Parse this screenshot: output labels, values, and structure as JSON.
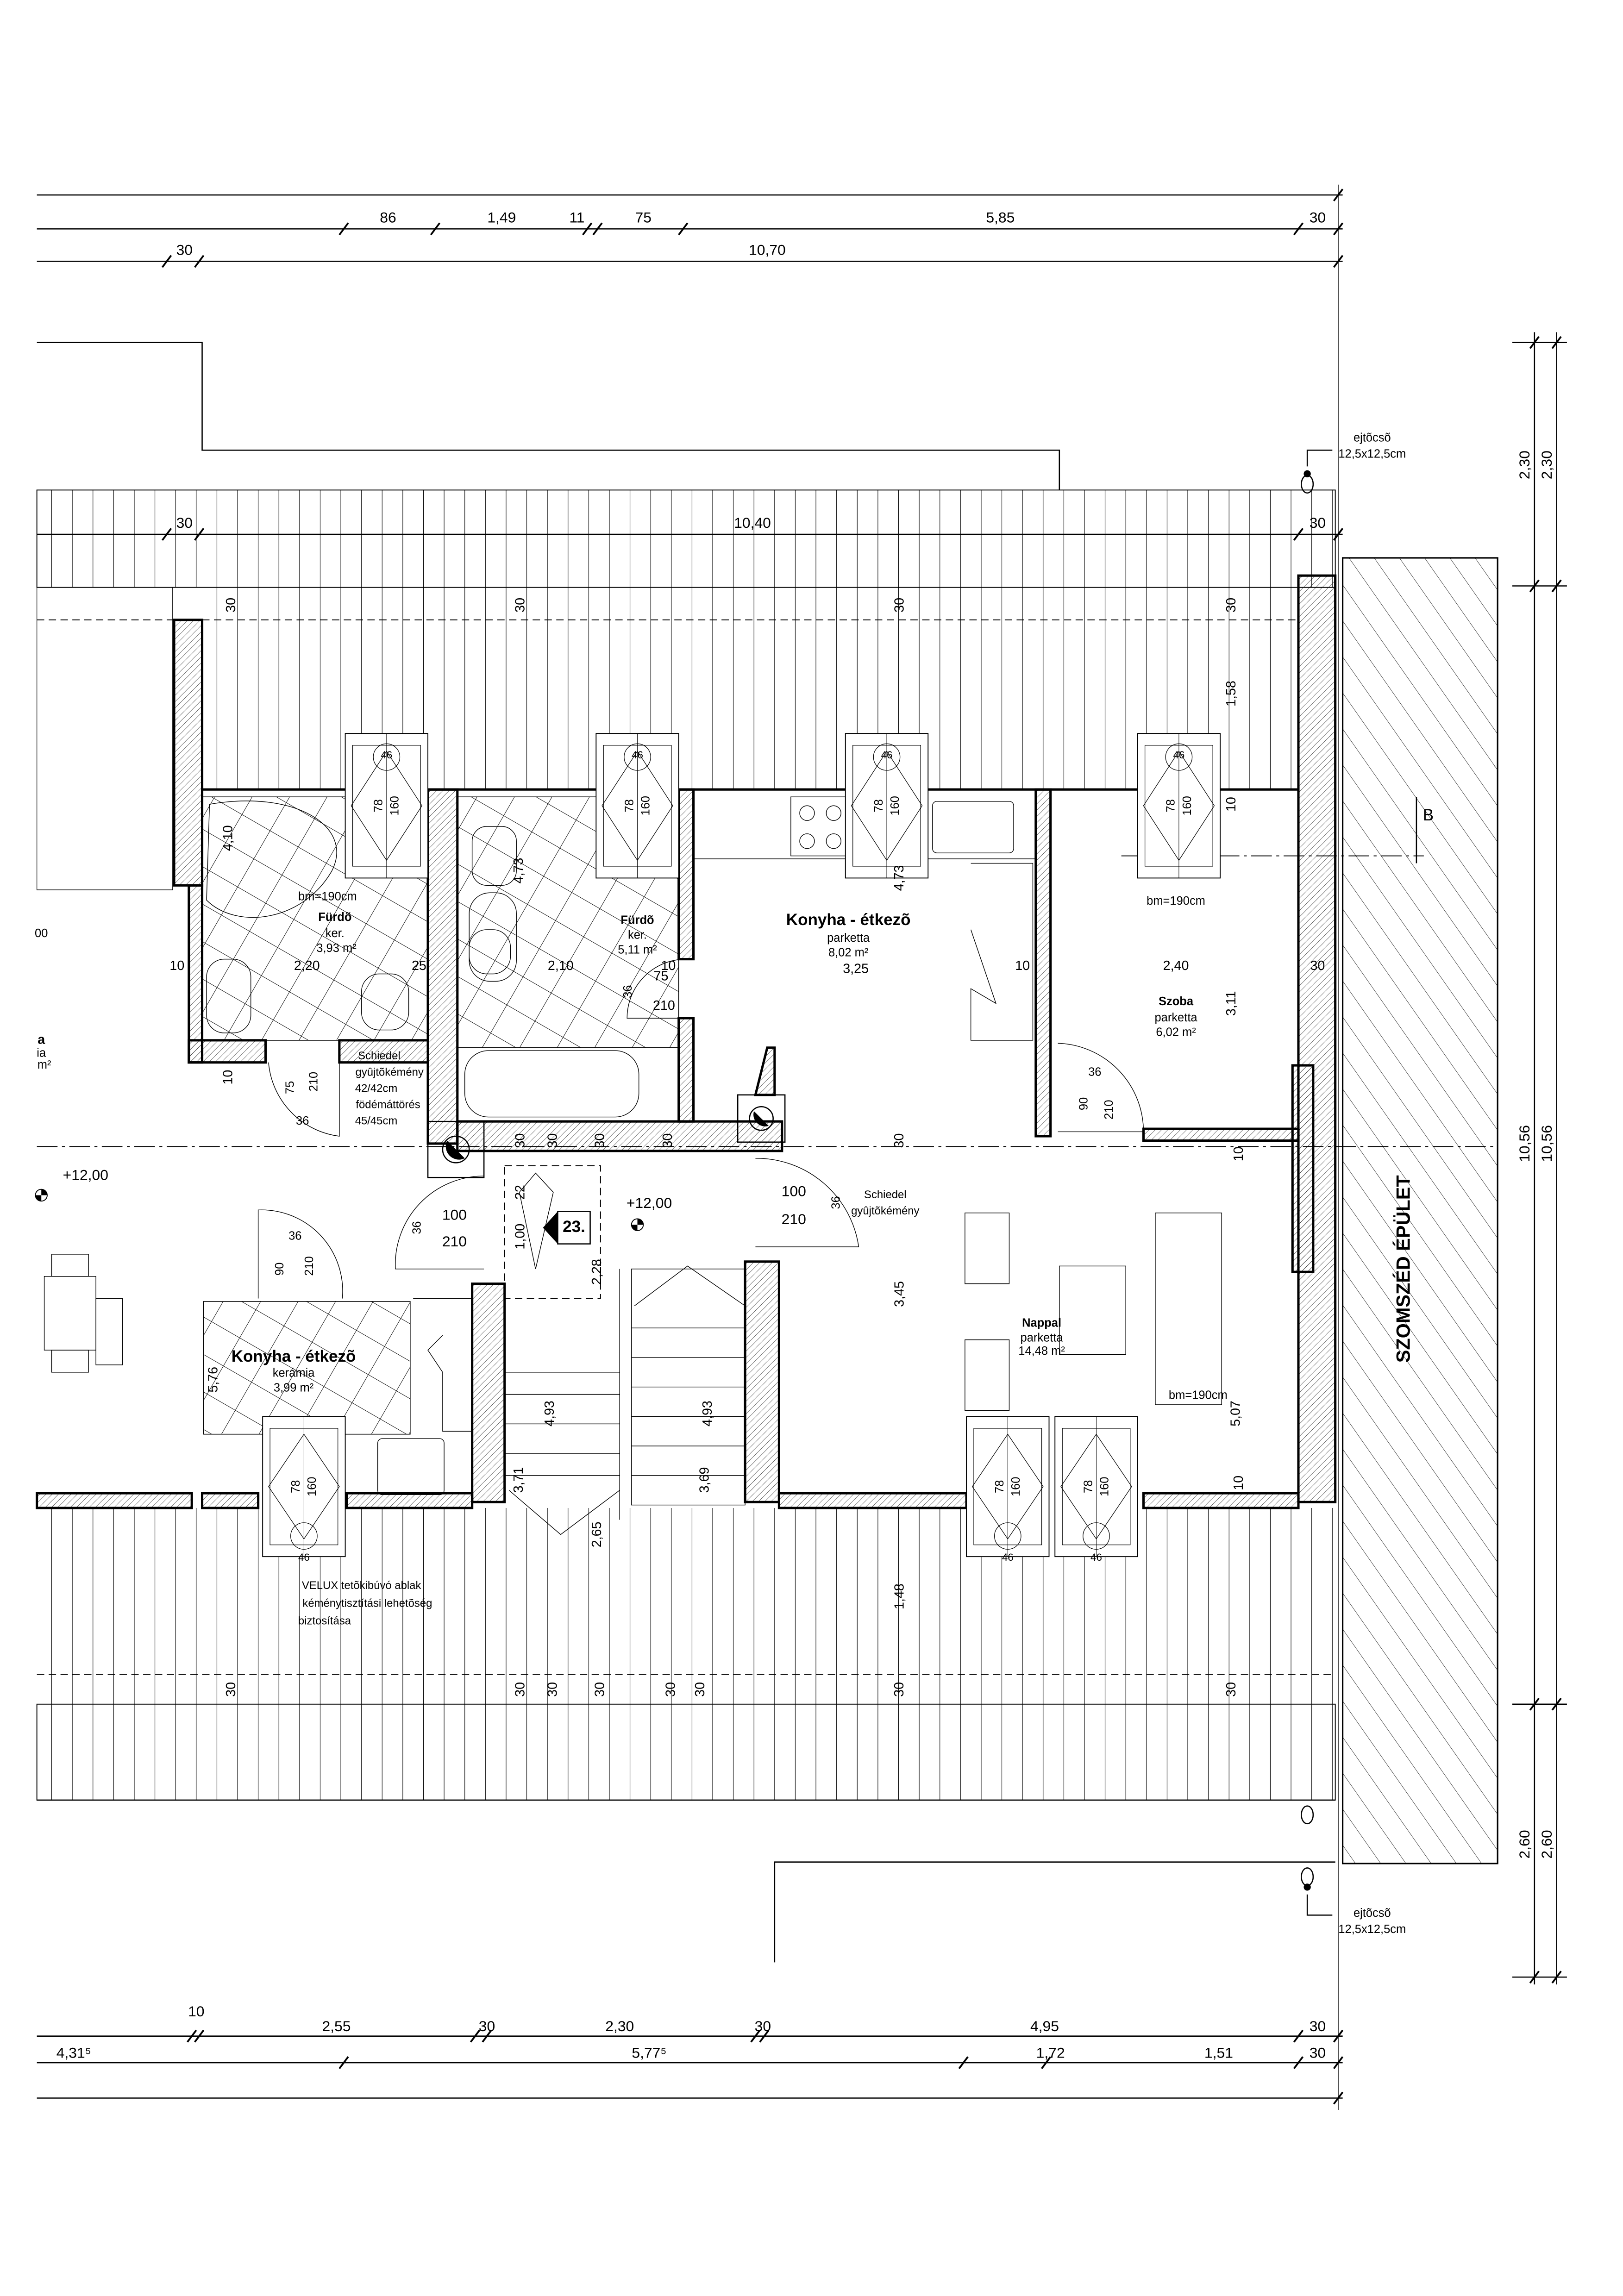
{
  "dimensions": {
    "top_row1": [
      "86",
      "1,49",
      "11",
      "75",
      "5,85",
      "30"
    ],
    "top_row2": [
      "30",
      "10,70"
    ],
    "roof_top": [
      "30",
      "10,40",
      "30"
    ],
    "right_outer": [
      "2,30",
      "10,56",
      "2,60"
    ],
    "right_inner": [
      "2,30",
      "10,56",
      "2,60"
    ],
    "bottom_row1": [
      "10",
      "2,55",
      "30",
      "2,30",
      "30",
      "4,95",
      "30"
    ],
    "bottom_row2": [
      "4,31⁵",
      "5,77⁵",
      "1,72",
      "1,51",
      "30"
    ],
    "interior": [
      "30",
      "30",
      "30",
      "30",
      "1,58",
      "10",
      "4,10",
      "4,73",
      "4,73",
      "10",
      "2,20",
      "25",
      "2,10",
      "10",
      "3,25",
      "10",
      "2,40",
      "30",
      "3,11",
      "10",
      "30",
      "30",
      "30",
      "30",
      "30",
      "10",
      "22",
      "1,00",
      "2,28",
      "3,45",
      "5,07",
      "5,76",
      "4,93",
      "4,93",
      "3,71",
      "3,69",
      "2,65",
      "1,48",
      "30",
      "30",
      "30",
      "30",
      "30",
      "30",
      "30",
      "30",
      "10"
    ]
  },
  "downpipes": [
    {
      "label": "ejtõcsõ",
      "size": "12,5x12,5cm"
    },
    {
      "label": "ejtõcsõ",
      "size": "12,5x12,5cm"
    }
  ],
  "neighbor_label": "SZOMSZÉD ÉPÜLET",
  "section_marker": "B",
  "rooms": [
    {
      "name": "Fürdõ",
      "floor": "ker.",
      "area": "3,93 m²"
    },
    {
      "name": "Fürdõ",
      "floor": "ker.",
      "area": "5,11 m²"
    },
    {
      "name": "Konyha - étkezõ",
      "floor": "parketta",
      "area": "8,02 m²"
    },
    {
      "name": "Szoba",
      "floor": "parketta",
      "area": "6,02 m²"
    },
    {
      "name": "Nappal",
      "floor": "parketta",
      "area": "14,48 m²"
    },
    {
      "name": "Konyha - étkezõ",
      "floor": "kerámia",
      "area": "3,99 m²"
    }
  ],
  "partial_left": {
    "level": "00",
    "name": "a",
    "floor": "ia",
    "area": "m²"
  },
  "headroom": [
    "bm=190cm",
    "bm=190cm",
    "bm=190cm"
  ],
  "doors": [
    {
      "type": "36",
      "width": "75",
      "height": "210"
    },
    {
      "type": "36",
      "width": "75",
      "height": "210"
    },
    {
      "type": "36",
      "width": "90",
      "height": "210"
    },
    {
      "type": "36",
      "width": "100",
      "height": "210"
    },
    {
      "type": "36",
      "width": "100",
      "height": "210"
    },
    {
      "type": "36",
      "width": "90",
      "height": "210"
    }
  ],
  "levels": [
    "+12,00",
    "+12,00"
  ],
  "stair_marker": "23.",
  "chimney_note": [
    "Schiedel",
    "gyûjtõkémény",
    "42/42cm",
    "födémáttörés",
    "45/45cm"
  ],
  "chimney_note_2": [
    "Schiedel",
    "gyûjtõkémény"
  ],
  "velux_note": [
    "VELUX tetõkibúvó ablak",
    "kéménytisztítási lehetõség",
    "biztosítása"
  ],
  "roof_windows": [
    {
      "label": "46",
      "width": "78",
      "height": "160"
    },
    {
      "label": "46",
      "width": "78",
      "height": "160"
    },
    {
      "label": "46",
      "width": "78",
      "height": "160"
    },
    {
      "label": "46",
      "width": "78",
      "height": "160"
    },
    {
      "label": "46",
      "width": "78",
      "height": "160"
    },
    {
      "label": "46",
      "width": "78",
      "height": "160"
    },
    {
      "label": "46",
      "width": "78",
      "height": "160"
    }
  ]
}
